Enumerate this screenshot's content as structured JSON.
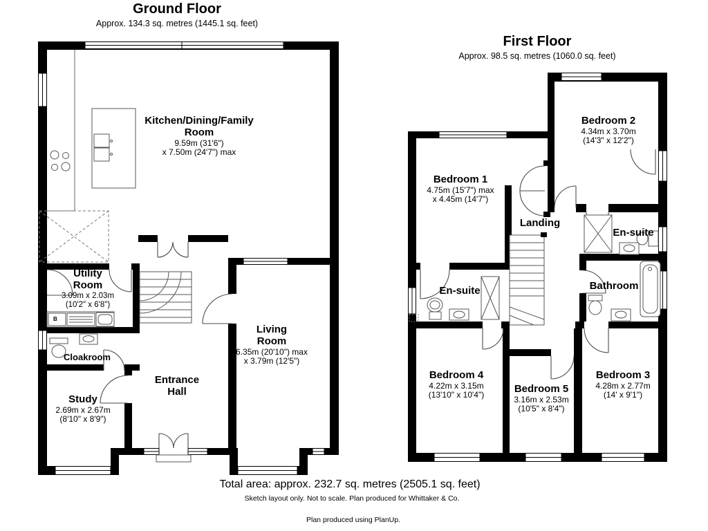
{
  "ground_floor": {
    "title": "Ground Floor",
    "subtitle": "Approx. 134.3 sq. metres (1445.1 sq. feet)",
    "rooms": {
      "kitchen": {
        "name1": "Kitchen/Dining/Family",
        "name2": "Room",
        "dim1": "9.59m (31'6\")",
        "dim2": "x 7.50m (24'7\") max"
      },
      "utility": {
        "name1": "Utility",
        "name2": "Room",
        "dim1": "3.09m x 2.03m",
        "dim2": "(10'2\" x 6'8\")"
      },
      "cloakroom": {
        "name1": "Cloakroom"
      },
      "study": {
        "name1": "Study",
        "dim1": "2.69m x 2.67m",
        "dim2": "(8'10\" x 8'9\")"
      },
      "entrance_hall": {
        "name1": "Entrance",
        "name2": "Hall"
      },
      "living": {
        "name1": "Living",
        "name2": "Room",
        "dim1": "6.35m (20'10\") max",
        "dim2": "x 3.79m (12'5\")"
      }
    },
    "boiler_label": "B"
  },
  "first_floor": {
    "title": "First Floor",
    "subtitle": "Approx. 98.5 sq. metres (1060.0 sq. feet)",
    "rooms": {
      "bedroom1": {
        "name1": "Bedroom 1",
        "dim1": "4.75m (15'7\") max",
        "dim2": "x 4.45m (14'7\")"
      },
      "bedroom2": {
        "name1": "Bedroom 2",
        "dim1": "4.34m x 3.70m",
        "dim2": "(14'3\" x 12'2\")"
      },
      "landing": {
        "name1": "Landing"
      },
      "ensuite2": {
        "name1": "En-suite"
      },
      "bathroom": {
        "name1": "Bathroom"
      },
      "ensuite1": {
        "name1": "En-suite"
      },
      "bedroom4": {
        "name1": "Bedroom 4",
        "dim1": "4.22m x 3.15m",
        "dim2": "(13'10\" x 10'4\")"
      },
      "bedroom5": {
        "name1": "Bedroom 5",
        "dim1": "3.16m x 2.53m",
        "dim2": "(10'5\" x 8'4\")"
      },
      "bedroom3": {
        "name1": "Bedroom 3",
        "dim1": "4.28m x 2.77m",
        "dim2": "(14' x 9'1\")"
      }
    }
  },
  "footer": {
    "total_area": "Total area: approx. 232.7 sq. metres (2505.1 sq. feet)",
    "disclaimer": "Sketch layout only. Not to scale. Plan produced for Whittaker & Co.",
    "credit": "Plan produced using PlanUp."
  },
  "colors": {
    "wall": "#000000",
    "background": "#ffffff",
    "fixture_stroke": "#3c3c3c"
  }
}
